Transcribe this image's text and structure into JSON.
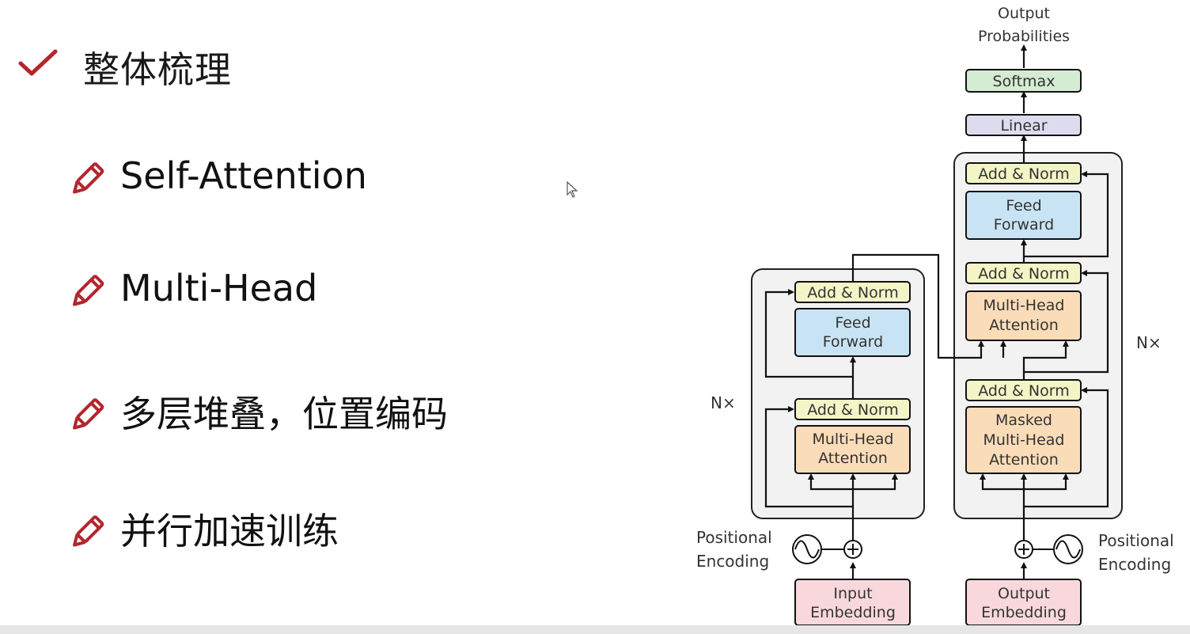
{
  "slide": {
    "title": "整体梳理",
    "bullets": [
      {
        "label": "Self-Attention"
      },
      {
        "label": "Multi-Head"
      },
      {
        "label": "多层堆叠，位置编码"
      },
      {
        "label": "并行加速训练"
      }
    ]
  },
  "diagram": {
    "output_probabilities": [
      "Output",
      "Probabilities"
    ],
    "softmax": "Softmax",
    "linear": "Linear",
    "add_norm": "Add & Norm",
    "feed_forward": [
      "Feed",
      "Forward"
    ],
    "multi_head_attention": [
      "Multi-Head",
      "Attention"
    ],
    "masked_multi_head_attention": [
      "Masked",
      "Multi-Head",
      "Attention"
    ],
    "nx": "N×",
    "positional_encoding": [
      "Positional",
      "Encoding"
    ],
    "input_embedding": [
      "Input",
      "Embedding"
    ],
    "output_embedding": [
      "Output",
      "Embedding"
    ],
    "colors": {
      "add_norm": "#f3f5c6",
      "feed_forward": "#c8e4f4",
      "attention": "#fbdcb8",
      "embedding": "#f8d8dd",
      "softmax": "#d4ecd2",
      "linear": "#dcdcee",
      "block_bg": "#f2f2f2",
      "accent": "#b3262c"
    }
  }
}
